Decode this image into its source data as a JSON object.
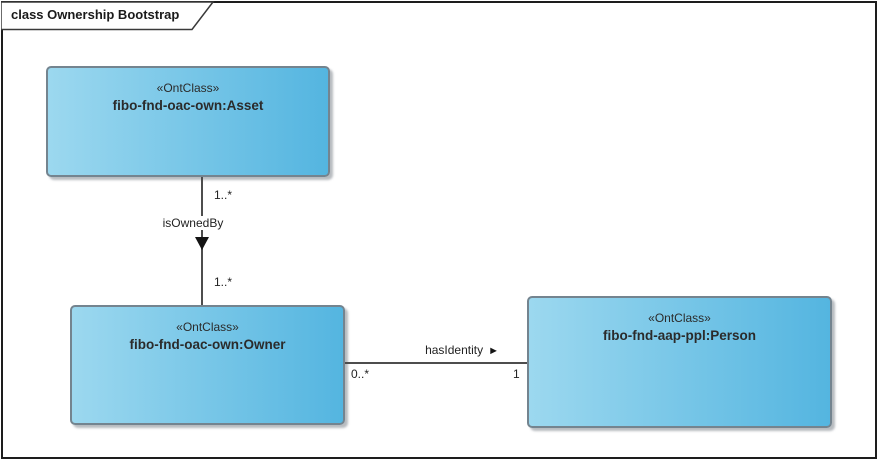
{
  "frame": {
    "title": "class Ownership Bootstrap"
  },
  "classes": [
    {
      "stereotype": "«OntClass»",
      "name": "fibo-fnd-oac-own:Asset"
    },
    {
      "stereotype": "«OntClass»",
      "name": "fibo-fnd-oac-own:Owner"
    },
    {
      "stereotype": "«OntClass»",
      "name": "fibo-fnd-aap-ppl:Person"
    }
  ],
  "associations": [
    {
      "label": "isOwnedBy",
      "from": "fibo-fnd-oac-own:Asset",
      "to": "fibo-fnd-oac-own:Owner",
      "direction": "down",
      "source_multiplicity": "1..*",
      "target_multiplicity": "1..*"
    },
    {
      "label": "hasIdentity",
      "arrow_glyph": "►",
      "from": "fibo-fnd-oac-own:Owner",
      "to": "fibo-fnd-aap-ppl:Person",
      "direction": "right",
      "source_multiplicity": "0..*",
      "target_multiplicity": "1"
    }
  ],
  "colors": {
    "class_fill_start": "#9cd8ef",
    "class_fill_end": "#54b5e0",
    "class_border": "#74848f",
    "connector_line": "#4d4d4d",
    "frame_border": "#1d1d1d",
    "text": "#2b2b2b"
  }
}
